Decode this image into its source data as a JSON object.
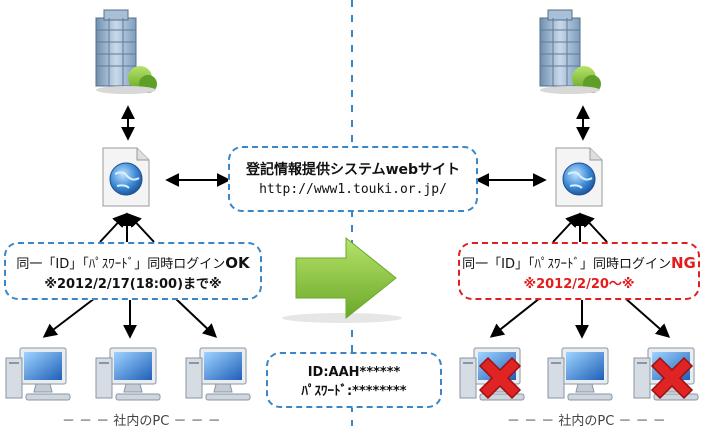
{
  "site_box": {
    "title": "登記情報提供システムwebサイト",
    "url": "http://www1.touki.or.jp/"
  },
  "left_box": {
    "line1_prefix": "同一「ID」「ﾊﾟｽﾜｰﾄﾞ」同時ログイン",
    "status": "OK",
    "line2": "※2012/2/17(18:00)まで※"
  },
  "right_box": {
    "line1_prefix": "同一「ID」「ﾊﾟｽﾜｰﾄﾞ」同時ログイン",
    "status": "NG",
    "line2": "※2012/2/20～※"
  },
  "credentials": {
    "id_line": "ID:AAH******",
    "pw_line": "ﾊﾟｽﾜｰﾄﾞ:********"
  },
  "captions": {
    "left": "－ － － 社内のPC － － －",
    "right": "－ － － 社内のPC － － －"
  },
  "icons": {
    "server": "office-building-icon",
    "web": "globe-document-icon",
    "pc": "desktop-computer-icon",
    "blocked": "red-x-icon",
    "transition": "green-arrow-icon"
  },
  "colors": {
    "dash_blue": "#3a86c8",
    "ng_red": "#e31c1c",
    "arrow_green": "#8cc63f"
  }
}
